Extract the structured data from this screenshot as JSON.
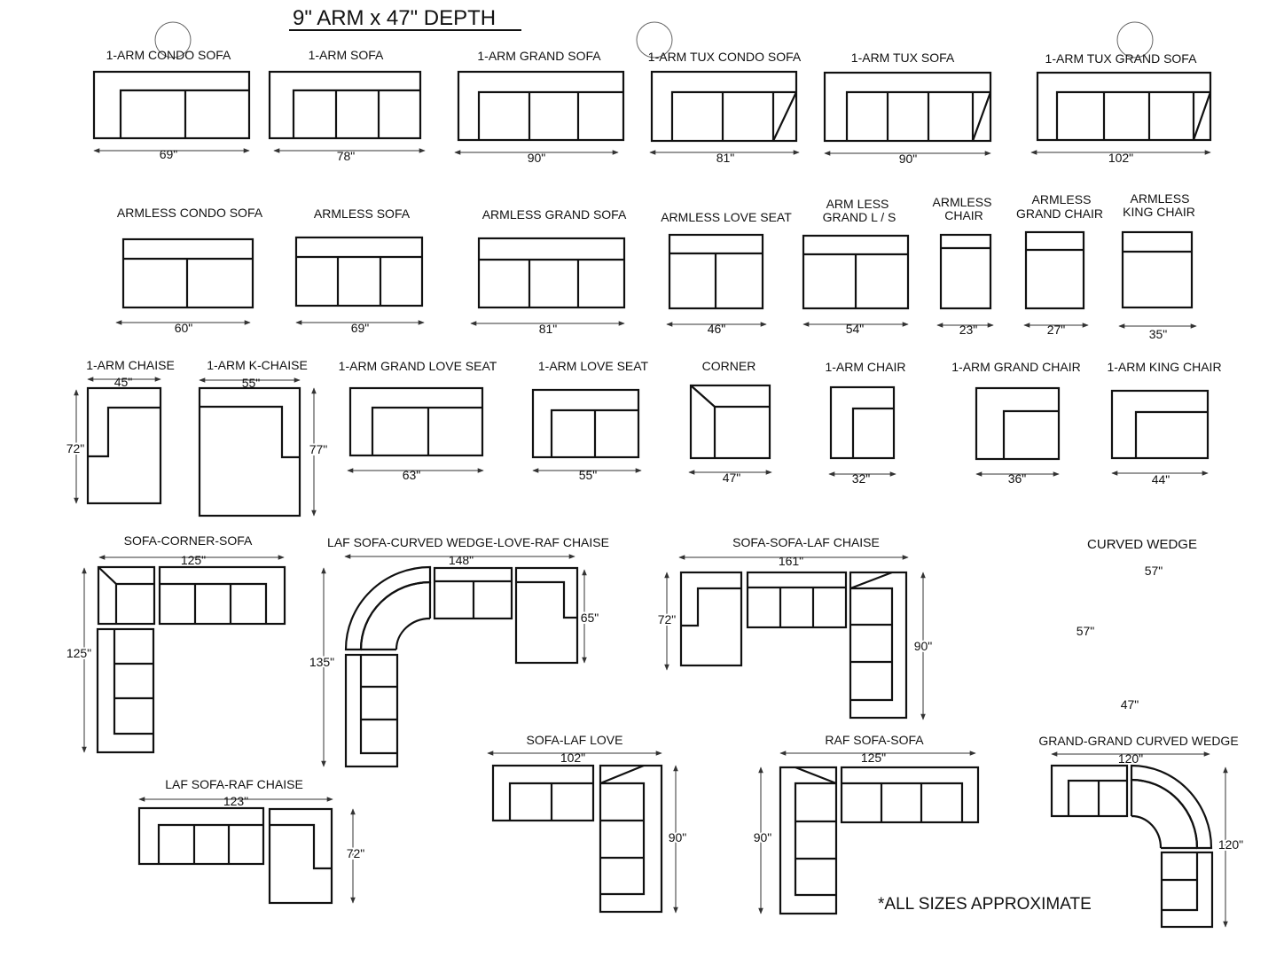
{
  "header": {
    "title": "9\" ARM x 47\" DEPTH"
  },
  "note": "*ALL SIZES APPROXIMATE",
  "items": {
    "a1": {
      "label": "1-ARM CONDO SOFA",
      "dim": "69\""
    },
    "a2": {
      "label": "1-ARM SOFA",
      "dim": "78\""
    },
    "a3": {
      "label": "1-ARM GRAND SOFA",
      "dim": "90\""
    },
    "a4": {
      "label": "1-ARM TUX CONDO SOFA",
      "dim": "81\""
    },
    "a5": {
      "label": "1-ARM TUX SOFA",
      "dim": "90\""
    },
    "a6": {
      "label": "1-ARM TUX GRAND SOFA",
      "dim": "102\""
    },
    "b1": {
      "label": "ARMLESS CONDO SOFA",
      "dim": "60\""
    },
    "b2": {
      "label": "ARMLESS SOFA",
      "dim": "69\""
    },
    "b3": {
      "label": "ARMLESS GRAND SOFA",
      "dim": "81\""
    },
    "b4": {
      "label": "ARMLESS LOVE SEAT",
      "dim": "46\""
    },
    "b5": {
      "label": [
        "ARM LESS",
        "GRAND L / S"
      ],
      "dim": "54\""
    },
    "b6": {
      "label": [
        "ARMLESS",
        "CHAIR"
      ],
      "dim": "23\""
    },
    "b7": {
      "label": [
        "ARMLESS",
        "GRAND CHAIR"
      ],
      "dim": "27\""
    },
    "b8": {
      "label": [
        "ARMLESS",
        "KING CHAIR"
      ],
      "dim": "35\""
    },
    "c1": {
      "label": "1-ARM CHAISE",
      "dim_w": "45\"",
      "dim_h": "72\""
    },
    "c2": {
      "label": "1-ARM K-CHAISE",
      "dim_w": "55\"",
      "dim_h": "77\""
    },
    "c3": {
      "label": "1-ARM GRAND LOVE SEAT",
      "dim": "63\""
    },
    "c4": {
      "label": "1-ARM LOVE SEAT",
      "dim": "55\""
    },
    "c5": {
      "label": "CORNER",
      "dim": "47\""
    },
    "c6": {
      "label": "1-ARM CHAIR",
      "dim": "32\""
    },
    "c7": {
      "label": "1-ARM GRAND CHAIR",
      "dim": "36\""
    },
    "c8": {
      "label": "1-ARM KING CHAIR",
      "dim": "44\""
    },
    "d1": {
      "label": "SOFA-CORNER-SOFA",
      "dim_w": "125\"",
      "dim_h": "125\""
    },
    "d2": {
      "label": "LAF SOFA-CURVED WEDGE-LOVE-RAF CHAISE",
      "dim_w": "148\"",
      "dim_h": "135\"",
      "dim_c": "65\""
    },
    "d3": {
      "label": "SOFA-SOFA-LAF CHAISE",
      "dim_w": "161\"",
      "dim_l": "72\"",
      "dim_h": "90\""
    },
    "d4": {
      "label": "CURVED WEDGE",
      "dims": [
        "57\"",
        "57\"",
        "47\""
      ]
    },
    "e1": {
      "label": "LAF SOFA-RAF CHAISE",
      "dim_w": "123\"",
      "dim_h": "72\""
    },
    "e2": {
      "label": "SOFA-LAF LOVE",
      "dim_w": "102\"",
      "dim_h": "90\""
    },
    "e3": {
      "label": "RAF SOFA-SOFA",
      "dim_w": "125\"",
      "dim_h": "90\""
    },
    "e4": {
      "label": "GRAND-GRAND CURVED WEDGE",
      "dim_w": "120\"",
      "dim_h": "120\""
    }
  }
}
